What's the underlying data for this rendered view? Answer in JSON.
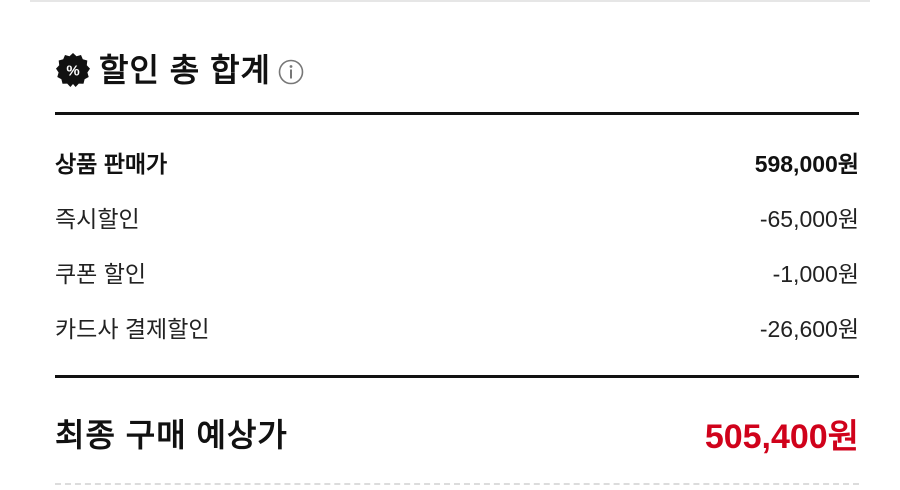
{
  "header": {
    "icon": "discount-badge-icon",
    "title": "할인 총 합계",
    "info_icon": "info-icon"
  },
  "breakdown": [
    {
      "label": "상품 판매가",
      "value": "598,000원",
      "bold": true
    },
    {
      "label": "즉시할인",
      "value": "-65,000원",
      "bold": false
    },
    {
      "label": "쿠폰 할인",
      "value": "-1,000원",
      "bold": false
    },
    {
      "label": "카드사 결제할인",
      "value": "-26,600원",
      "bold": false
    }
  ],
  "total": {
    "label": "최종 구매 예상가",
    "value": "505,400원"
  },
  "colors": {
    "accent_red": "#d0021b",
    "text_dark": "#111111",
    "divider": "#111111",
    "dashed_divider": "#dcdcdc"
  }
}
